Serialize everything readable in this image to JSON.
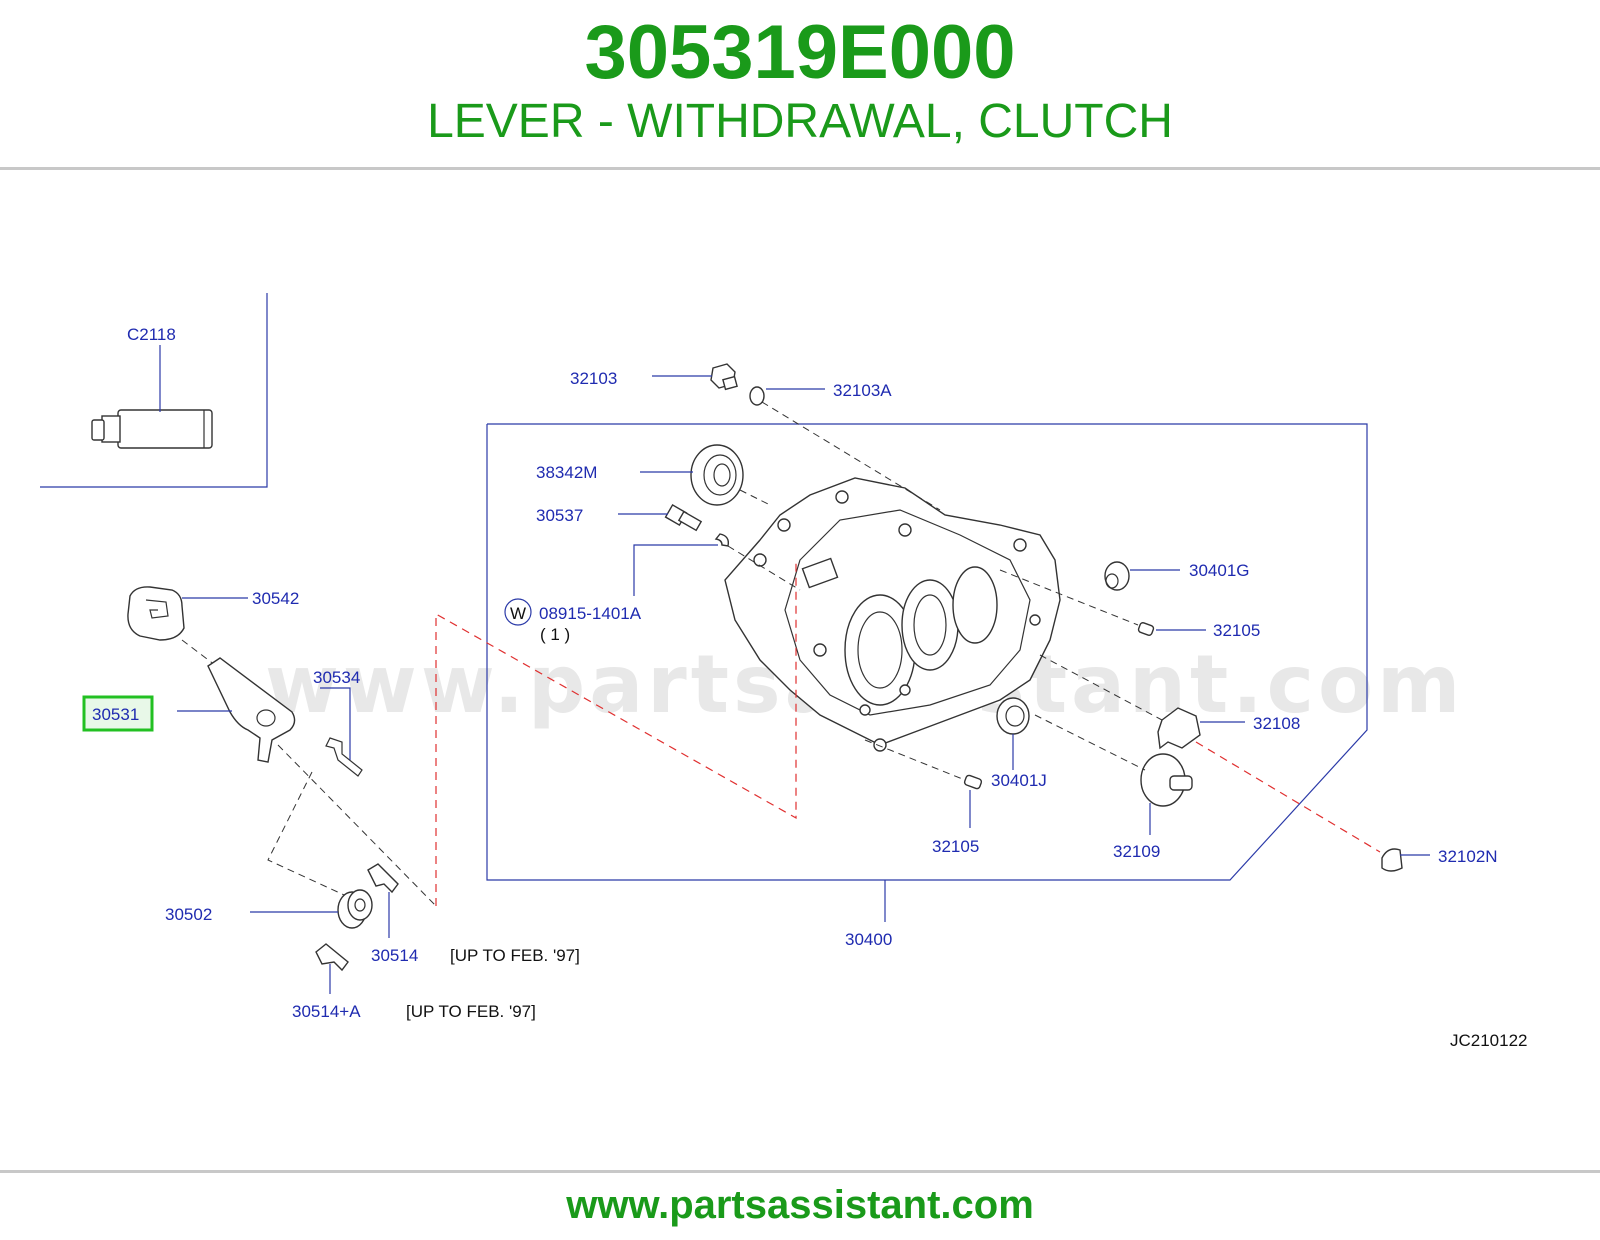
{
  "header": {
    "part_number": "305319E000",
    "description": "LEVER - WITHDRAWAL, CLUTCH"
  },
  "footer": {
    "url": "www.partsassistant.com"
  },
  "diagram": {
    "watermark": "www.partsassistant.com",
    "drawing_code": "JC210122",
    "labels": {
      "c2118": "C2118",
      "p32103": "32103",
      "p32103a": "32103A",
      "p38342m": "38342M",
      "p30537": "30537",
      "p08915": "08915-1401A",
      "p08915_qty": "( 1 )",
      "w_symbol": "W",
      "p30401g": "30401G",
      "p32105_right": "32105",
      "p30542": "30542",
      "p30534": "30534",
      "p30531": "30531",
      "p32108": "32108",
      "p30401j": "30401J",
      "p32105_bottom": "32105",
      "p32109": "32109",
      "p32102n": "32102N",
      "p30502": "30502",
      "p30514": "30514",
      "p30514a": "30514+A",
      "p30400": "30400"
    },
    "notes": {
      "note_30514": "[UP   TO   FEB.   '97]",
      "note_30514a": "[UP   TO   FEB.   '97]"
    },
    "highlight_color": "#22c022",
    "label_color": "#1f2bb0"
  }
}
